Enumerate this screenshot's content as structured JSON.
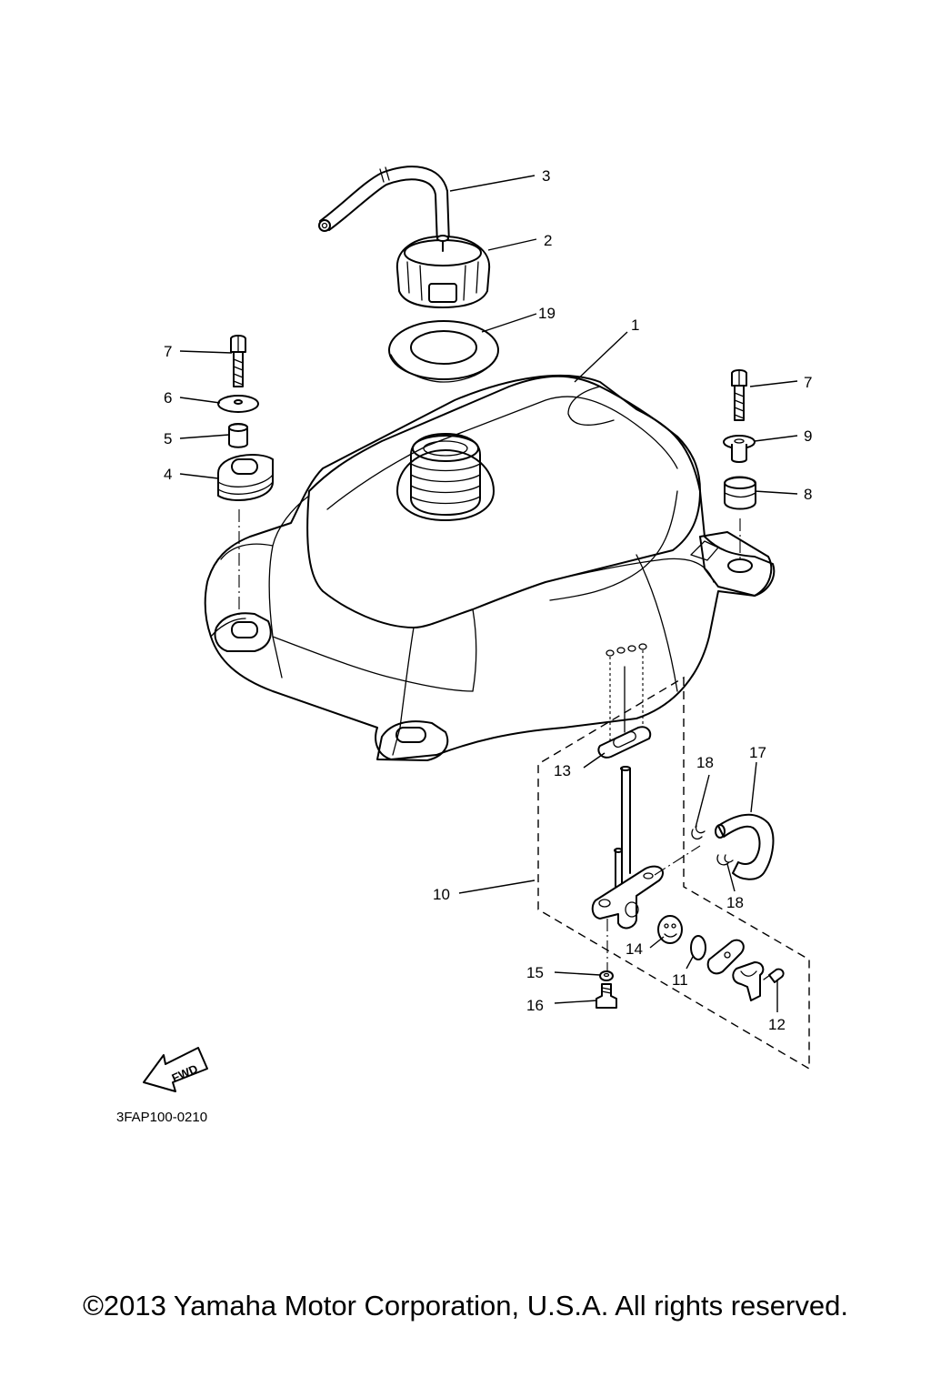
{
  "diagram": {
    "code": "3FAP100-0210",
    "fwd_label": "FWD",
    "callouts": {
      "c1": "1",
      "c2": "2",
      "c3": "3",
      "c4": "4",
      "c5": "5",
      "c6": "6",
      "c7a": "7",
      "c7b": "7",
      "c8": "8",
      "c9": "9",
      "c10": "10",
      "c11": "11",
      "c12": "12",
      "c13": "13",
      "c14": "14",
      "c15": "15",
      "c16": "16",
      "c17": "17",
      "c18a": "18",
      "c18b": "18",
      "c19": "19"
    }
  },
  "footer": {
    "copyright": "©2013 Yamaha Motor Corporation, U.S.A. All rights reserved."
  }
}
